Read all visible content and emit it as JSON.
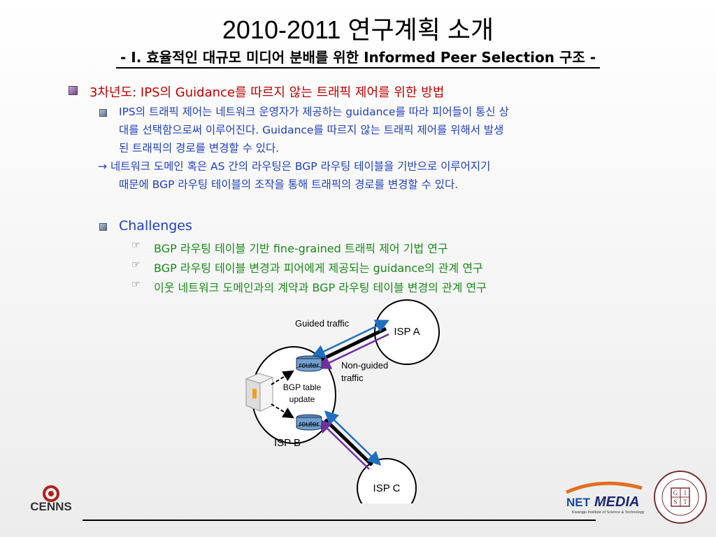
{
  "header": {
    "title": "2010-2011 연구계획 소개",
    "subtitle": "- I. 효율적인 대규모 미디어 분배를 위한 Informed Peer Selection 구조 -"
  },
  "content": {
    "level1": "3차년도: IPS의 Guidance를 따르지 않는 트래픽 제어를 위한 방법",
    "para1": {
      "line1": "IPS의 트래픽 제어는 네트워크 운영자가 제공하는 guidance를 따라 피어들이 통신 상",
      "line2": "대를 선택함으로써 이루어진다. Guidance를 따르지 않는 트래픽 제어를 위해서 발생",
      "line3": "된 트래픽의 경로를 변경할 수 있다."
    },
    "para2": {
      "arrow": "→",
      "line1": "네트워크 도메인 혹은 AS 간의 라우팅은 BGP 라우팅 테이블을 기반으로 이루어지기",
      "line2": "때문에 BGP 라우팅 테이블의 조작을 통해 트래픽의 경로를 변경할 수 있다."
    },
    "challenges_label": "Challenges",
    "challenges": [
      "BGP 라우팅 테이블 기반 fine-grained 트래픽 제어 기법 연구",
      "BGP 라우팅 테이블 변경과 피어에게 제공되는 guidance의 관계 연구",
      "이웃 네트워크 도메인과의 계약과 BGP 라우팅 테이블 변경의 관계 연구"
    ]
  },
  "diagram": {
    "isp_a": "ISP A",
    "isp_b": "ISP B",
    "isp_c": "ISP C",
    "router_top": "router",
    "router_bottom": "router",
    "guided_traffic": "Guided traffic",
    "non_guided_1": "Non-guided",
    "non_guided_2": "traffic",
    "bgp_1": "BGP table",
    "bgp_2": "update",
    "colors": {
      "guided": "#1f6fc0",
      "non_guided": "#7030a0",
      "link": "#000000"
    }
  },
  "footer": {
    "cenns_text": "CENNS",
    "net_text": "NET",
    "media_text": "MEDIA",
    "net_sub": "Kwangju Institute of Science & Technology",
    "seal_letters": [
      "G",
      "I",
      "S",
      "T"
    ]
  }
}
